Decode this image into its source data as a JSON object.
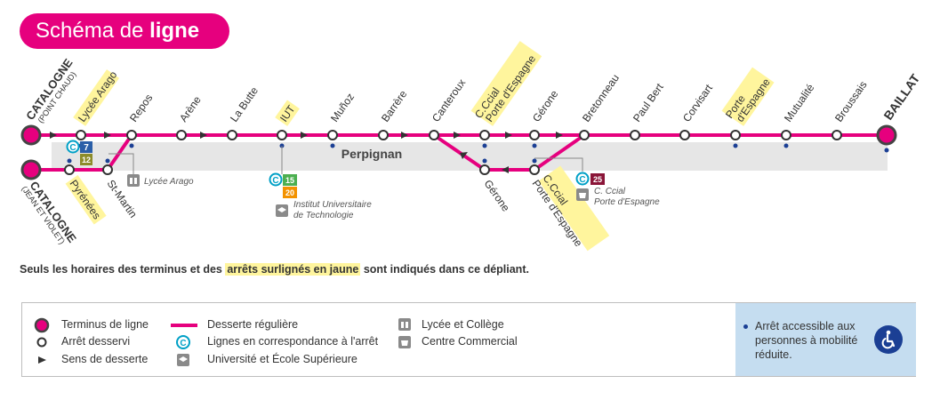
{
  "header": {
    "title_prefix": "Schéma de ",
    "title_bold": "ligne"
  },
  "stops": {
    "terminus_left_top": "CATALOGNE",
    "terminus_left_top_sub": "(POINT CHAUD)",
    "terminus_left_bottom": "CATALOGNE",
    "terminus_left_bottom_sub": "(JEAN ET VIOLET)",
    "terminus_right": "BAILLAT",
    "lycee_arago": "Lycée Arago",
    "repos": "Repos",
    "arene": "Arène",
    "la_butte": "La Butte",
    "iut": "IUT",
    "munoz": "Muñoz",
    "barrere": "Barrère",
    "canteroux": "Canteroux",
    "ccial_top_1": "C.Ccial",
    "ccial_top_2": "Porte d'Espagne",
    "gerone_top": "Gérone",
    "bretonneau": "Bretonneau",
    "paul_bert": "Paul Bert",
    "corvisart": "Corvisart",
    "porte_espagne_1": "Porte",
    "porte_espagne_2": "d'Espagne",
    "mutualite": "Mutualité",
    "broussais": "Broussais",
    "pyrenees": "Pyrénées",
    "st_martin": "St-Martin",
    "gerone_bottom": "Gérone",
    "ccial_bottom_1": "C.Ccial",
    "ccial_bottom_2": "Porte d'Espagne"
  },
  "zone": {
    "city": "Perpignan"
  },
  "connections": {
    "symbol": "C",
    "lines_arago": [
      "7",
      "12"
    ],
    "lines_iut": [
      "15",
      "20"
    ],
    "lines_ccial": [
      "25"
    ]
  },
  "poi": {
    "lycee_arago": "Lycée Arago",
    "iut_1": "Institut Universitaire",
    "iut_2": "de Technologie",
    "ccial_1": "C. Ccial",
    "ccial_2": "Porte d'Espagne"
  },
  "note": {
    "before": "Seuls les horaires des terminus et des ",
    "highlight": "arrêts surlignés en jaune",
    "after": " sont indiqués dans ce dépliant."
  },
  "legend": {
    "terminus": "Terminus de ligne",
    "stop": "Arrêt desservi",
    "direction": "Sens de desserte",
    "regular": "Desserte régulière",
    "connection": "Lignes en correspondance à l'arrêt",
    "university": "Université et École Supérieure",
    "lycee": "Lycée et Collège",
    "mall": "Centre Commercial",
    "accessible": "Arrêt accessible aux personnes à mobilité réduite."
  },
  "colors": {
    "line": "#e6007e",
    "band": "#e6e6e6",
    "highlight": "#fff59d",
    "connection": "#00a0c6",
    "line7": "#2b5fa8",
    "line12": "#8c8c2a",
    "line15": "#4caf50",
    "line20": "#f39200",
    "line25": "#8a1538",
    "access_bg": "#c5ddf0",
    "access_dark": "#1b3f94"
  }
}
